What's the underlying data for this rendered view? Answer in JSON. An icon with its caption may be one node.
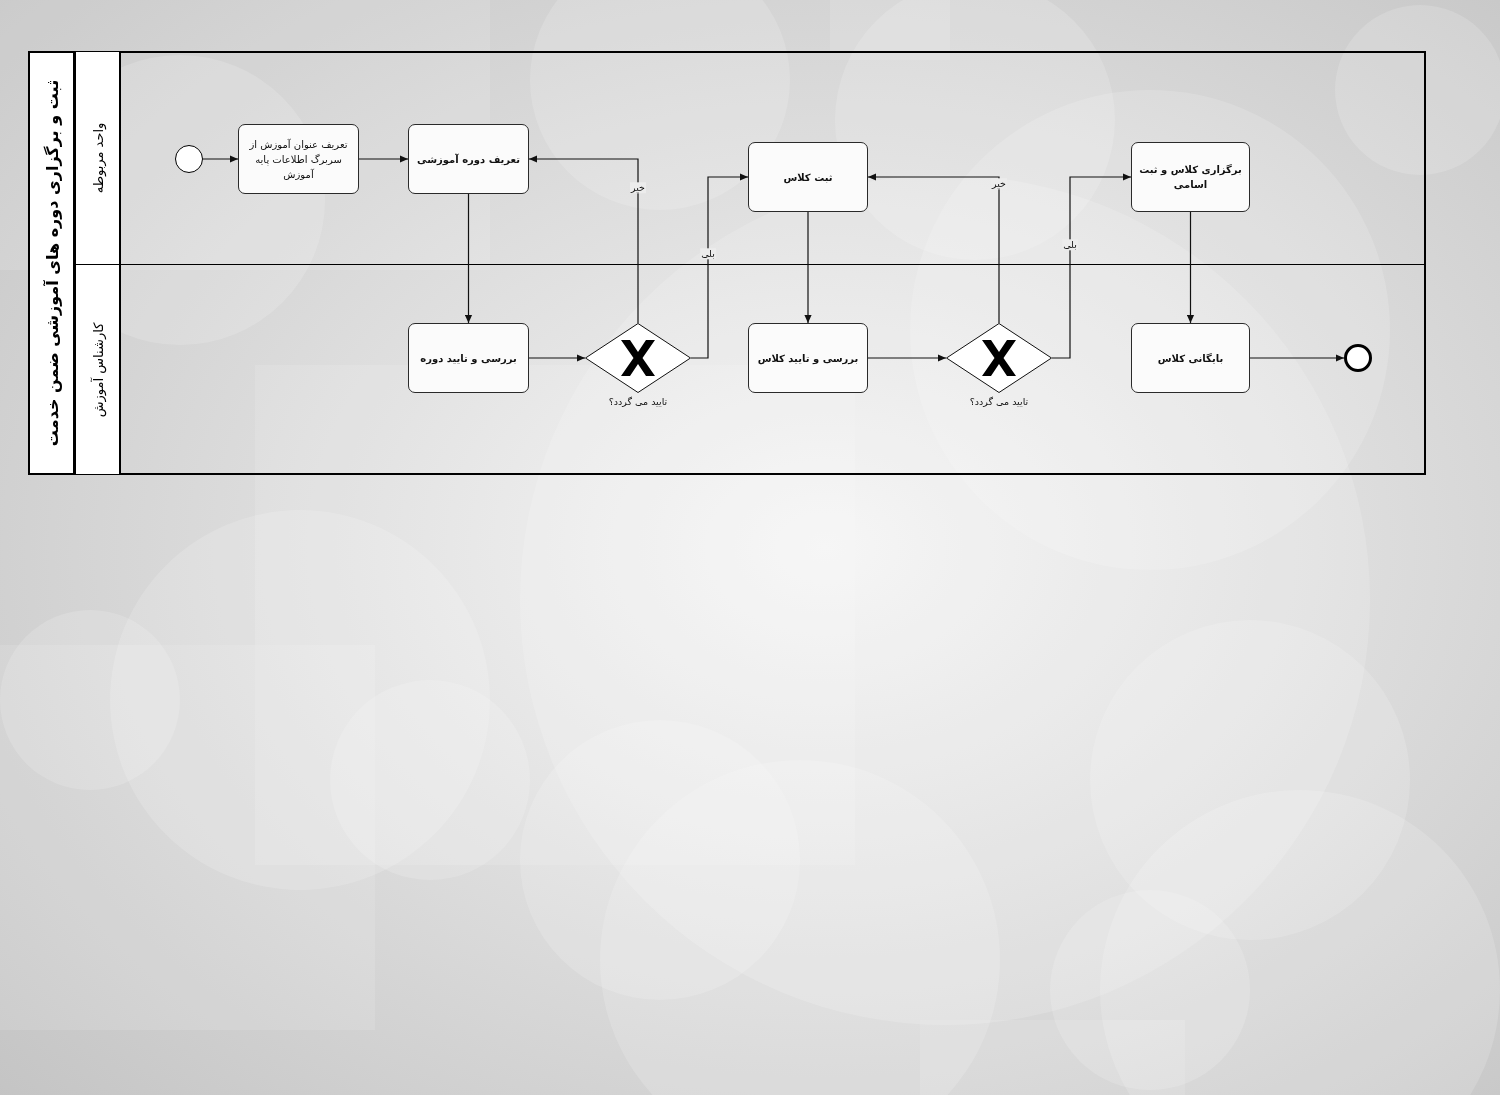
{
  "diagram": {
    "nodes": [
      {
        "text": [
          "ثبت و برگزاری دوره های آموزشی ضمن خدمت"
        ]
      },
      {
        "text": [
          "واحد مربوطه"
        ],
        "in": 0
      },
      {
        "text": [
          "کارشناس آموزش"
        ],
        "in": 0
      },
      {
        "text": [],
        "shape": "circle",
        "in": 1
      },
      {
        "text": [
          "تعریف عنوان آموزش از سربرگ اطلاعات پایه آموزش"
        ],
        "in": 1
      },
      {
        "text": [
          "تعریف دوره آموزشی"
        ],
        "in": 1
      },
      {
        "text": [
          "ثبت کلاس"
        ],
        "in": 1
      },
      {
        "text": [
          "برگزاری کلاس و ثبت اسامی"
        ],
        "in": 1
      },
      {
        "text": [
          "بررسی و تایید دوره"
        ],
        "in": 2
      },
      {
        "text": [],
        "shape": "diamond",
        "beside": [
          "تایید می گردد؟"
        ],
        "in": 2
      },
      {
        "text": [
          "بررسی و تایید کلاس"
        ],
        "in": 2
      },
      {
        "text": [],
        "shape": "diamond",
        "beside": [
          "تایید می گردد؟"
        ],
        "in": 2
      },
      {
        "text": [
          "بایگانی کلاس"
        ],
        "in": 2
      },
      {
        "text": [],
        "shape": "circle",
        "in": 2
      }
    ],
    "edges": [
      {
        "from": 3,
        "to": 4,
        "arrow": "to"
      },
      {
        "from": 4,
        "to": 5,
        "arrow": "to"
      },
      {
        "from": 5,
        "to": 8,
        "arrow": "to"
      },
      {
        "from": 8,
        "to": 9,
        "arrow": "to"
      },
      {
        "from": 9,
        "to": 5,
        "arrow": "to",
        "label": "خیر"
      },
      {
        "from": 9,
        "to": 6,
        "arrow": "to",
        "label": "بلی"
      },
      {
        "from": 6,
        "to": 10,
        "arrow": "to"
      },
      {
        "from": 10,
        "to": 11,
        "arrow": "to"
      },
      {
        "from": 11,
        "to": 6,
        "arrow": "to",
        "label": "خیر"
      },
      {
        "from": 11,
        "to": 7,
        "arrow": "to",
        "label": "بلی"
      },
      {
        "from": 7,
        "to": 12,
        "arrow": "to"
      },
      {
        "from": 12,
        "to": 13,
        "arrow": "to"
      }
    ]
  }
}
